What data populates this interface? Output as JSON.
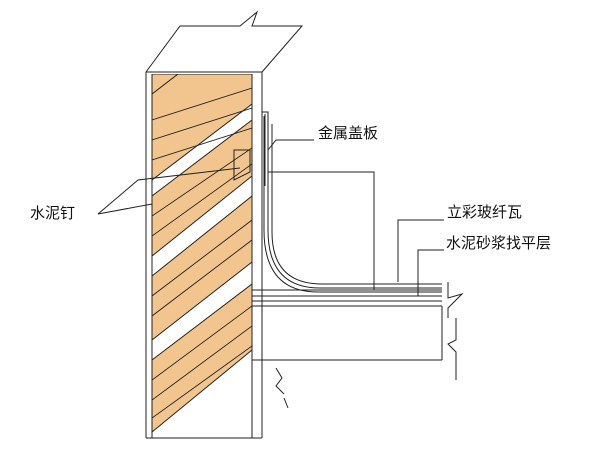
{
  "diagram": {
    "colors": {
      "line": "#222222",
      "brick_fill": "#f2c58f",
      "background": "#ffffff"
    },
    "labels": {
      "metal_cap": "金属盖板",
      "color_fiberglass_tile": "立彩玻纤瓦",
      "cement_mortar_screed": "水泥砂浆找平层",
      "cement_nail": "水泥钉"
    }
  }
}
